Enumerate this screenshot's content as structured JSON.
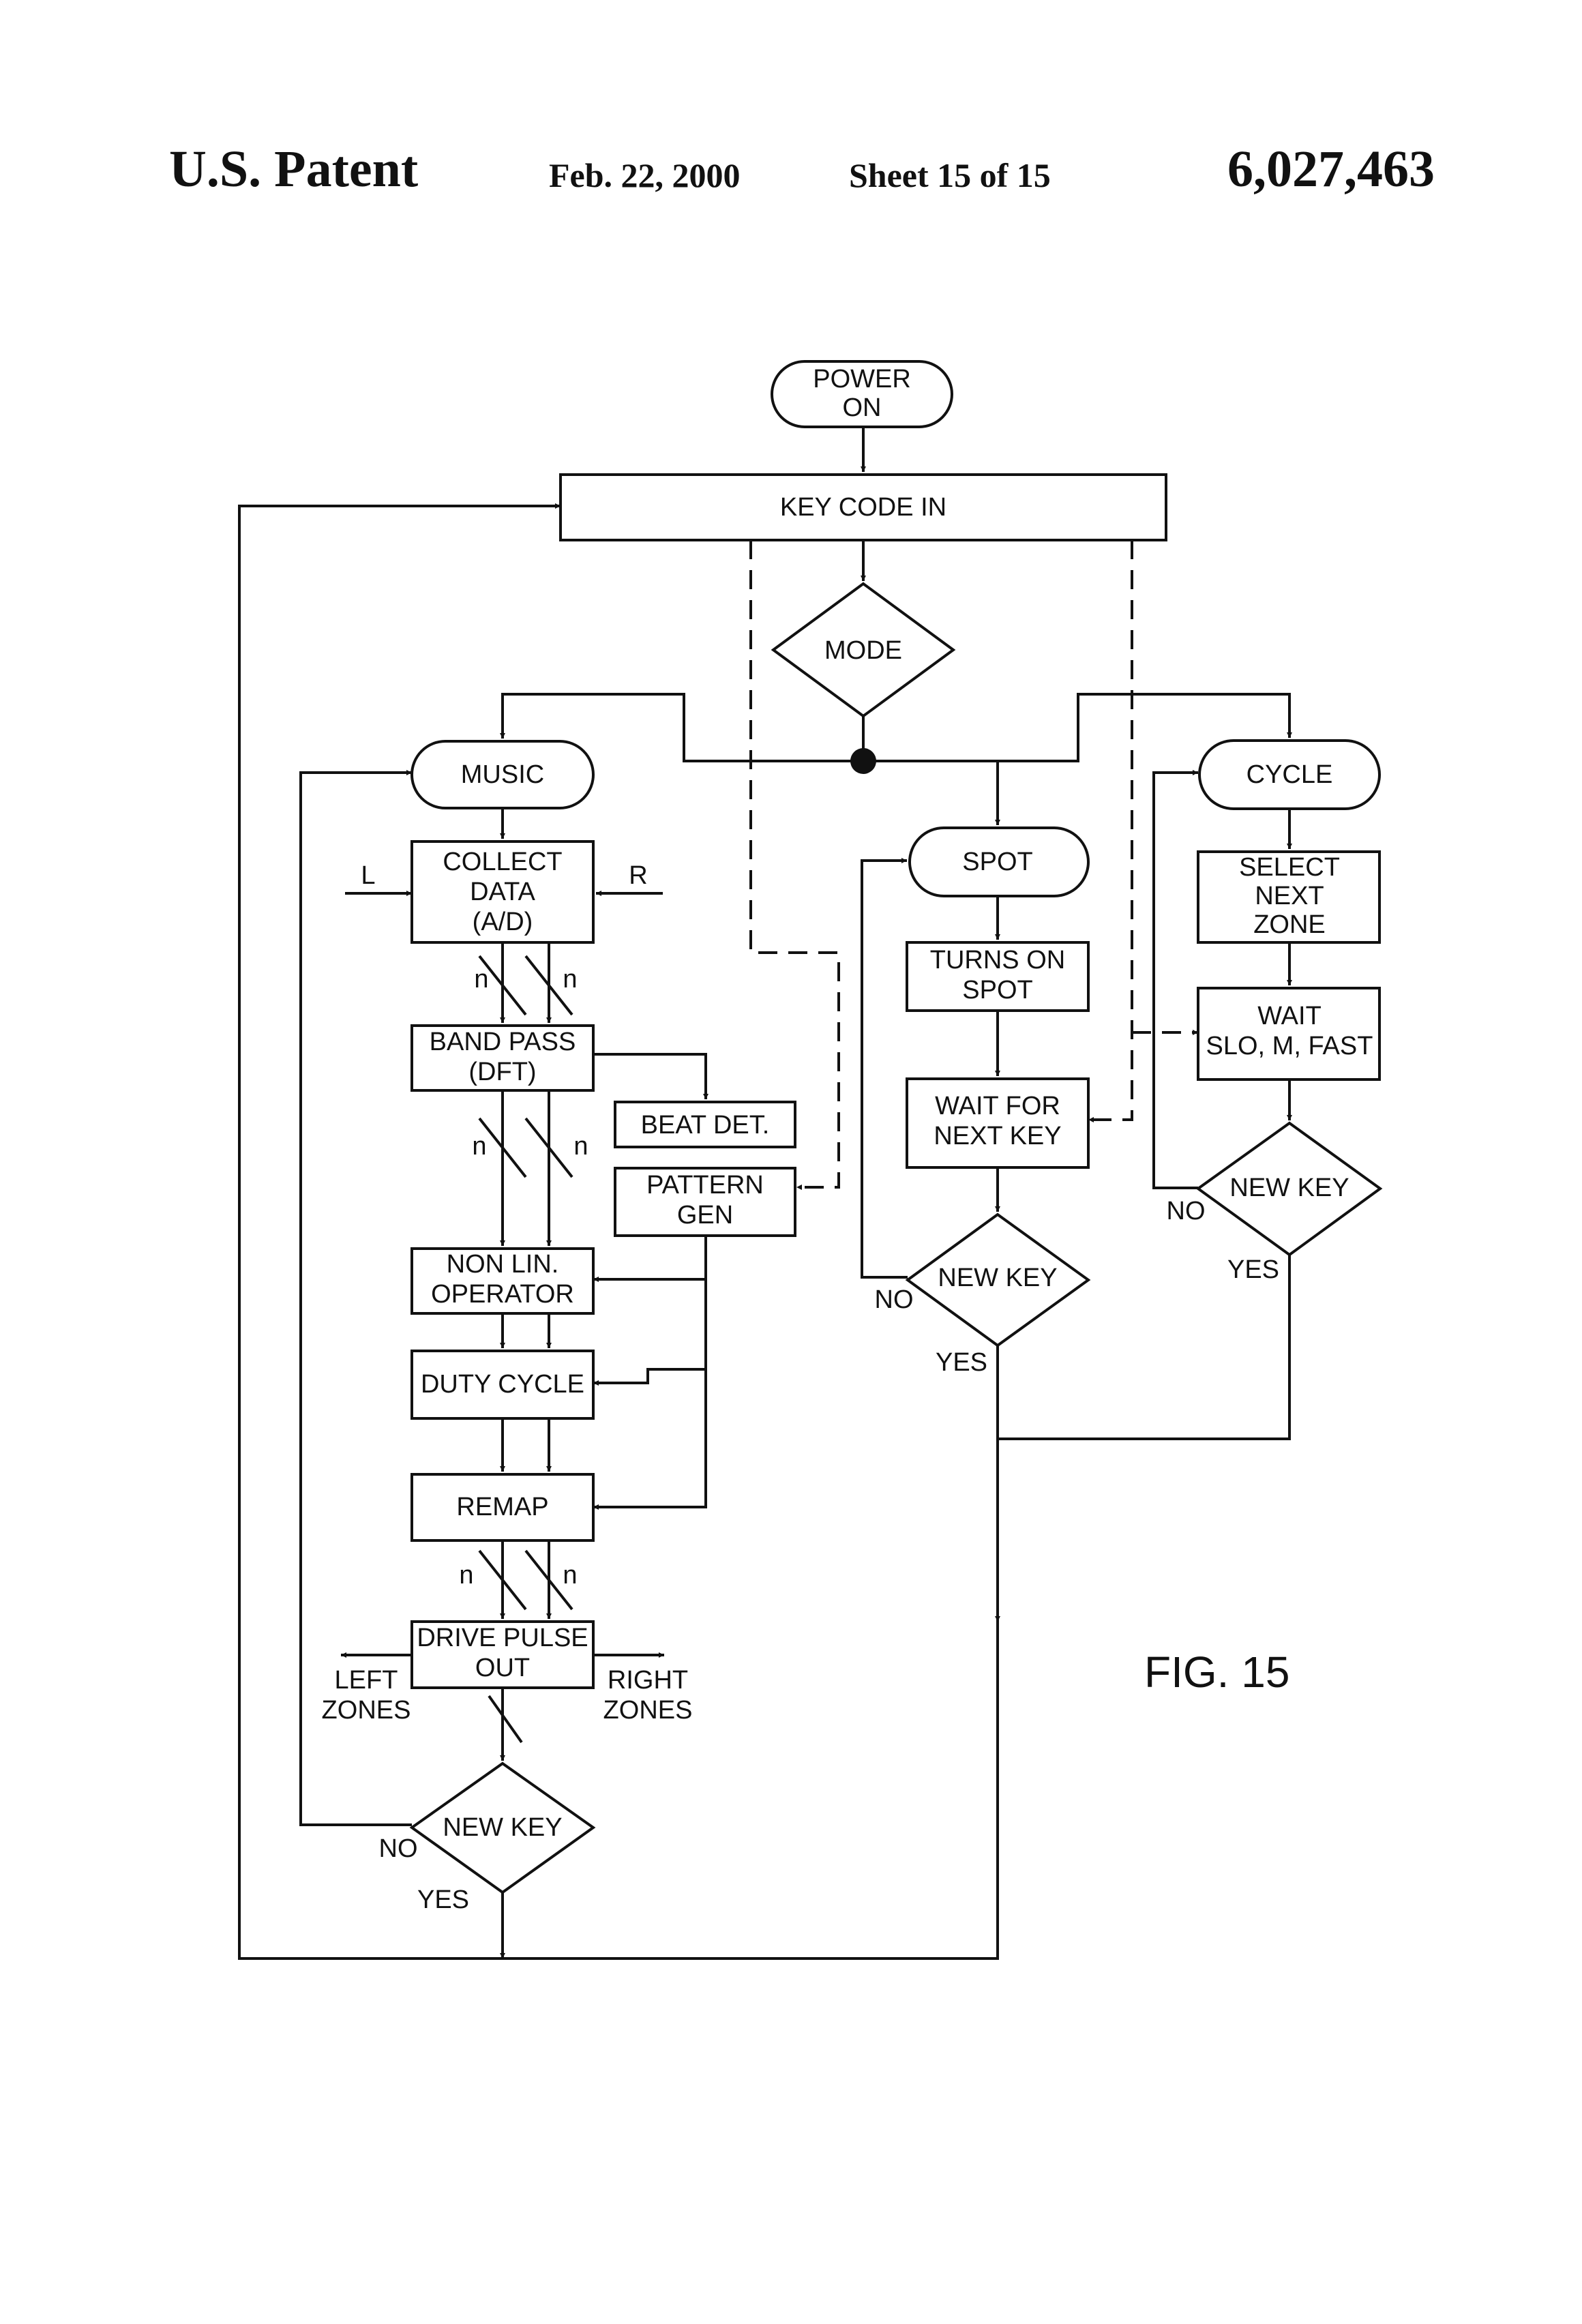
{
  "header": {
    "left": "U.S. Patent",
    "date": "Feb. 22, 2000",
    "sheet": "Sheet 15 of 15",
    "number": "6,027,463"
  },
  "figure_label": "FIG. 15",
  "nodes": {
    "power_on": [
      "POWER",
      "ON"
    ],
    "key_code_in": "KEY CODE IN",
    "mode": "MODE",
    "music": "MUSIC",
    "collect_data": [
      "COLLECT",
      "DATA",
      "(A/D)"
    ],
    "band_pass": [
      "BAND PASS",
      "(DFT)"
    ],
    "beat_det": "BEAT DET.",
    "pattern_gen": [
      "PATTERN",
      "GEN"
    ],
    "non_lin": [
      "NON LIN.",
      "OPERATOR"
    ],
    "duty_cycle": "DUTY CYCLE",
    "remap": "REMAP",
    "drive_pulse": [
      "DRIVE PULSE",
      "OUT"
    ],
    "music_new_key": "NEW KEY",
    "spot": "SPOT",
    "turns_on": [
      "TURNS ON",
      "SPOT"
    ],
    "wait_for_next": [
      "WAIT FOR",
      "NEXT KEY"
    ],
    "spot_new_key": "NEW KEY",
    "cycle": "CYCLE",
    "select_next": [
      "SELECT",
      "NEXT",
      "ZONE"
    ],
    "wait_speed": [
      "WAIT",
      "SLO, M, FAST"
    ],
    "cycle_new_key": "NEW KEY"
  },
  "labels": {
    "left_input": "L",
    "right_input": "R",
    "bus": "n",
    "left_zones": [
      "LEFT",
      "ZONES"
    ],
    "right_zones": [
      "RIGHT",
      "ZONES"
    ],
    "no": "NO",
    "yes": "YES"
  }
}
